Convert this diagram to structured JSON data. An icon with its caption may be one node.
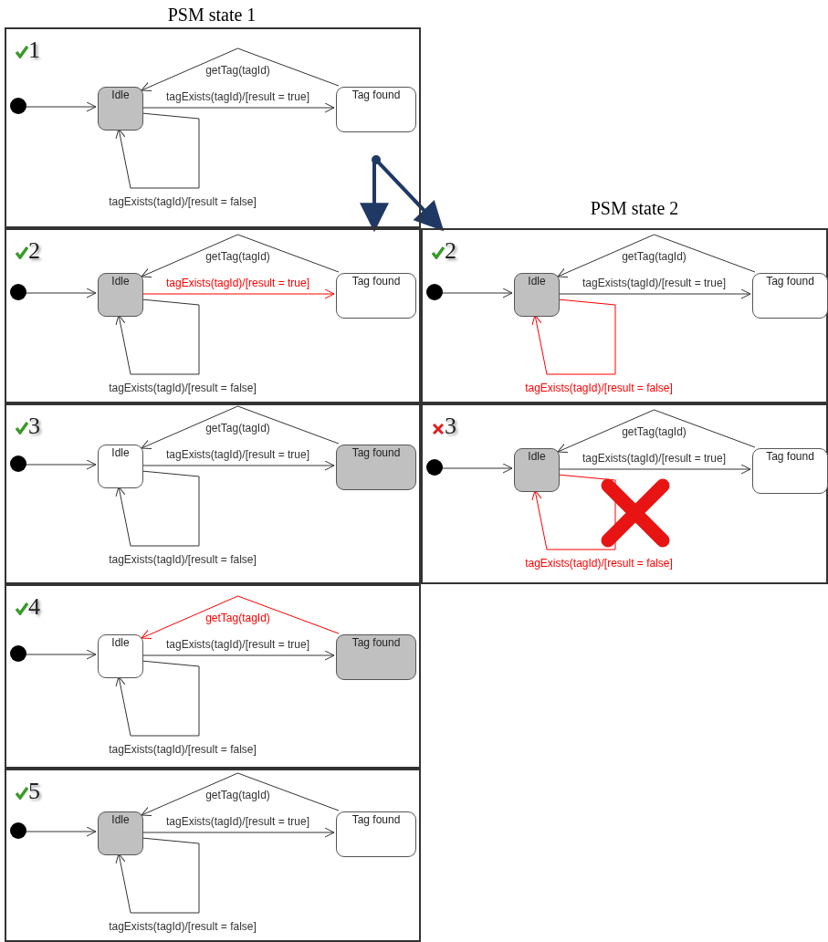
{
  "diagram": {
    "nodes": [
      {
        "text": [
          "1"
        ]
      },
      {
        "text": [],
        "shape": "circle",
        "in": 0
      },
      {
        "text": [
          "Idle"
        ],
        "in": 0
      },
      {
        "text": [
          "Tag found"
        ],
        "in": 0
      },
      {
        "text": [
          "2"
        ]
      },
      {
        "text": [],
        "shape": "circle",
        "in": 4
      },
      {
        "text": [
          "Idle"
        ],
        "in": 4
      },
      {
        "text": [
          "Tag found"
        ],
        "in": 4
      },
      {
        "text": [
          "2"
        ]
      },
      {
        "text": [],
        "shape": "circle",
        "in": 8
      },
      {
        "text": [
          "Idle"
        ],
        "in": 8
      },
      {
        "text": [
          "Tag found"
        ],
        "in": 8
      },
      {
        "text": [
          "3"
        ]
      },
      {
        "text": [],
        "shape": "circle",
        "in": 12
      },
      {
        "text": [
          "Idle"
        ],
        "in": 12
      },
      {
        "text": [
          "Tag found"
        ],
        "in": 12
      },
      {
        "text": [
          "3"
        ]
      },
      {
        "text": [],
        "shape": "circle",
        "in": 16
      },
      {
        "text": [
          "Idle"
        ],
        "in": 16
      },
      {
        "text": [
          "Tag found"
        ],
        "in": 16
      },
      {
        "text": [
          "4"
        ]
      },
      {
        "text": [],
        "shape": "circle",
        "in": 20
      },
      {
        "text": [
          "Idle"
        ],
        "in": 20
      },
      {
        "text": [
          "Tag found"
        ],
        "in": 20
      },
      {
        "text": [
          "5"
        ]
      },
      {
        "text": [],
        "shape": "circle",
        "in": 24
      },
      {
        "text": [
          "Idle"
        ],
        "in": 24
      },
      {
        "text": [
          "Tag found"
        ],
        "in": 24
      },
      {
        "text": [],
        "shape": "circle",
        "in": 0
      }
    ],
    "edges": [
      {
        "from": 1,
        "to": 2,
        "arrow": "to"
      },
      {
        "from": 3,
        "to": 2,
        "arrow": "to",
        "label": "getTag(tagId)"
      },
      {
        "from": 2,
        "to": 3,
        "arrow": "to",
        "label": "tagExists(tagId)/[result = true]"
      },
      {
        "from": 2,
        "to": 2,
        "arrow": "to",
        "label": "tagExists(tagId)/[result = false]"
      },
      {
        "from": 5,
        "to": 6,
        "arrow": "to"
      },
      {
        "from": 7,
        "to": 6,
        "arrow": "to",
        "label": "getTag(tagId)"
      },
      {
        "from": 6,
        "to": 7,
        "arrow": "to",
        "label": "tagExists(tagId)/[result = true]",
        "color": "#ff0000"
      },
      {
        "from": 6,
        "to": 6,
        "arrow": "to",
        "label": "tagExists(tagId)/[result = false]"
      },
      {
        "from": 9,
        "to": 10,
        "arrow": "to"
      },
      {
        "from": 11,
        "to": 10,
        "arrow": "to",
        "label": "getTag(tagId)"
      },
      {
        "from": 10,
        "to": 11,
        "arrow": "to",
        "label": "tagExists(tagId)/[result = true]"
      },
      {
        "from": 10,
        "to": 10,
        "arrow": "to",
        "label": "tagExists(tagId)/[result = false]",
        "color": "#ff0000"
      },
      {
        "from": 13,
        "to": 14,
        "arrow": "to"
      },
      {
        "from": 15,
        "to": 14,
        "arrow": "to",
        "label": "getTag(tagId)"
      },
      {
        "from": 14,
        "to": 15,
        "arrow": "to",
        "label": "tagExists(tagId)/[result = true]"
      },
      {
        "from": 14,
        "to": 14,
        "arrow": "to",
        "label": "tagExists(tagId)/[result = false]"
      },
      {
        "from": 17,
        "to": 18,
        "arrow": "to"
      },
      {
        "from": 19,
        "to": 18,
        "arrow": "to",
        "label": "getTag(tagId)"
      },
      {
        "from": 18,
        "to": 19,
        "arrow": "to",
        "label": "tagExists(tagId)/[result = true]"
      },
      {
        "from": 18,
        "to": 18,
        "arrow": "to",
        "label": "tagExists(tagId)/[result = false]",
        "color": "#ff0000"
      },
      {
        "from": 21,
        "to": 22,
        "arrow": "to"
      },
      {
        "from": 23,
        "to": 22,
        "arrow": "to",
        "label": "getTag(tagId)",
        "color": "#ff0000"
      },
      {
        "from": 22,
        "to": 23,
        "arrow": "to",
        "label": "tagExists(tagId)/[result = true]"
      },
      {
        "from": 22,
        "to": 22,
        "arrow": "to",
        "label": "tagExists(tagId)/[result = false]"
      },
      {
        "from": 25,
        "to": 26,
        "arrow": "to"
      },
      {
        "from": 27,
        "to": 26,
        "arrow": "to",
        "label": "getTag(tagId)"
      },
      {
        "from": 26,
        "to": 27,
        "arrow": "to",
        "label": "tagExists(tagId)/[result = true]"
      },
      {
        "from": 26,
        "to": 26,
        "arrow": "to",
        "label": "tagExists(tagId)/[result = false]"
      },
      {
        "from": 28,
        "to": 4,
        "arrow": "to",
        "style": "thick",
        "color": "#1f3864"
      },
      {
        "from": 28,
        "to": 8,
        "arrow": "to",
        "style": "thick",
        "color": "#1f3864"
      }
    ],
    "labels": [
      "PSM state 1",
      "PSM state 2"
    ]
  }
}
